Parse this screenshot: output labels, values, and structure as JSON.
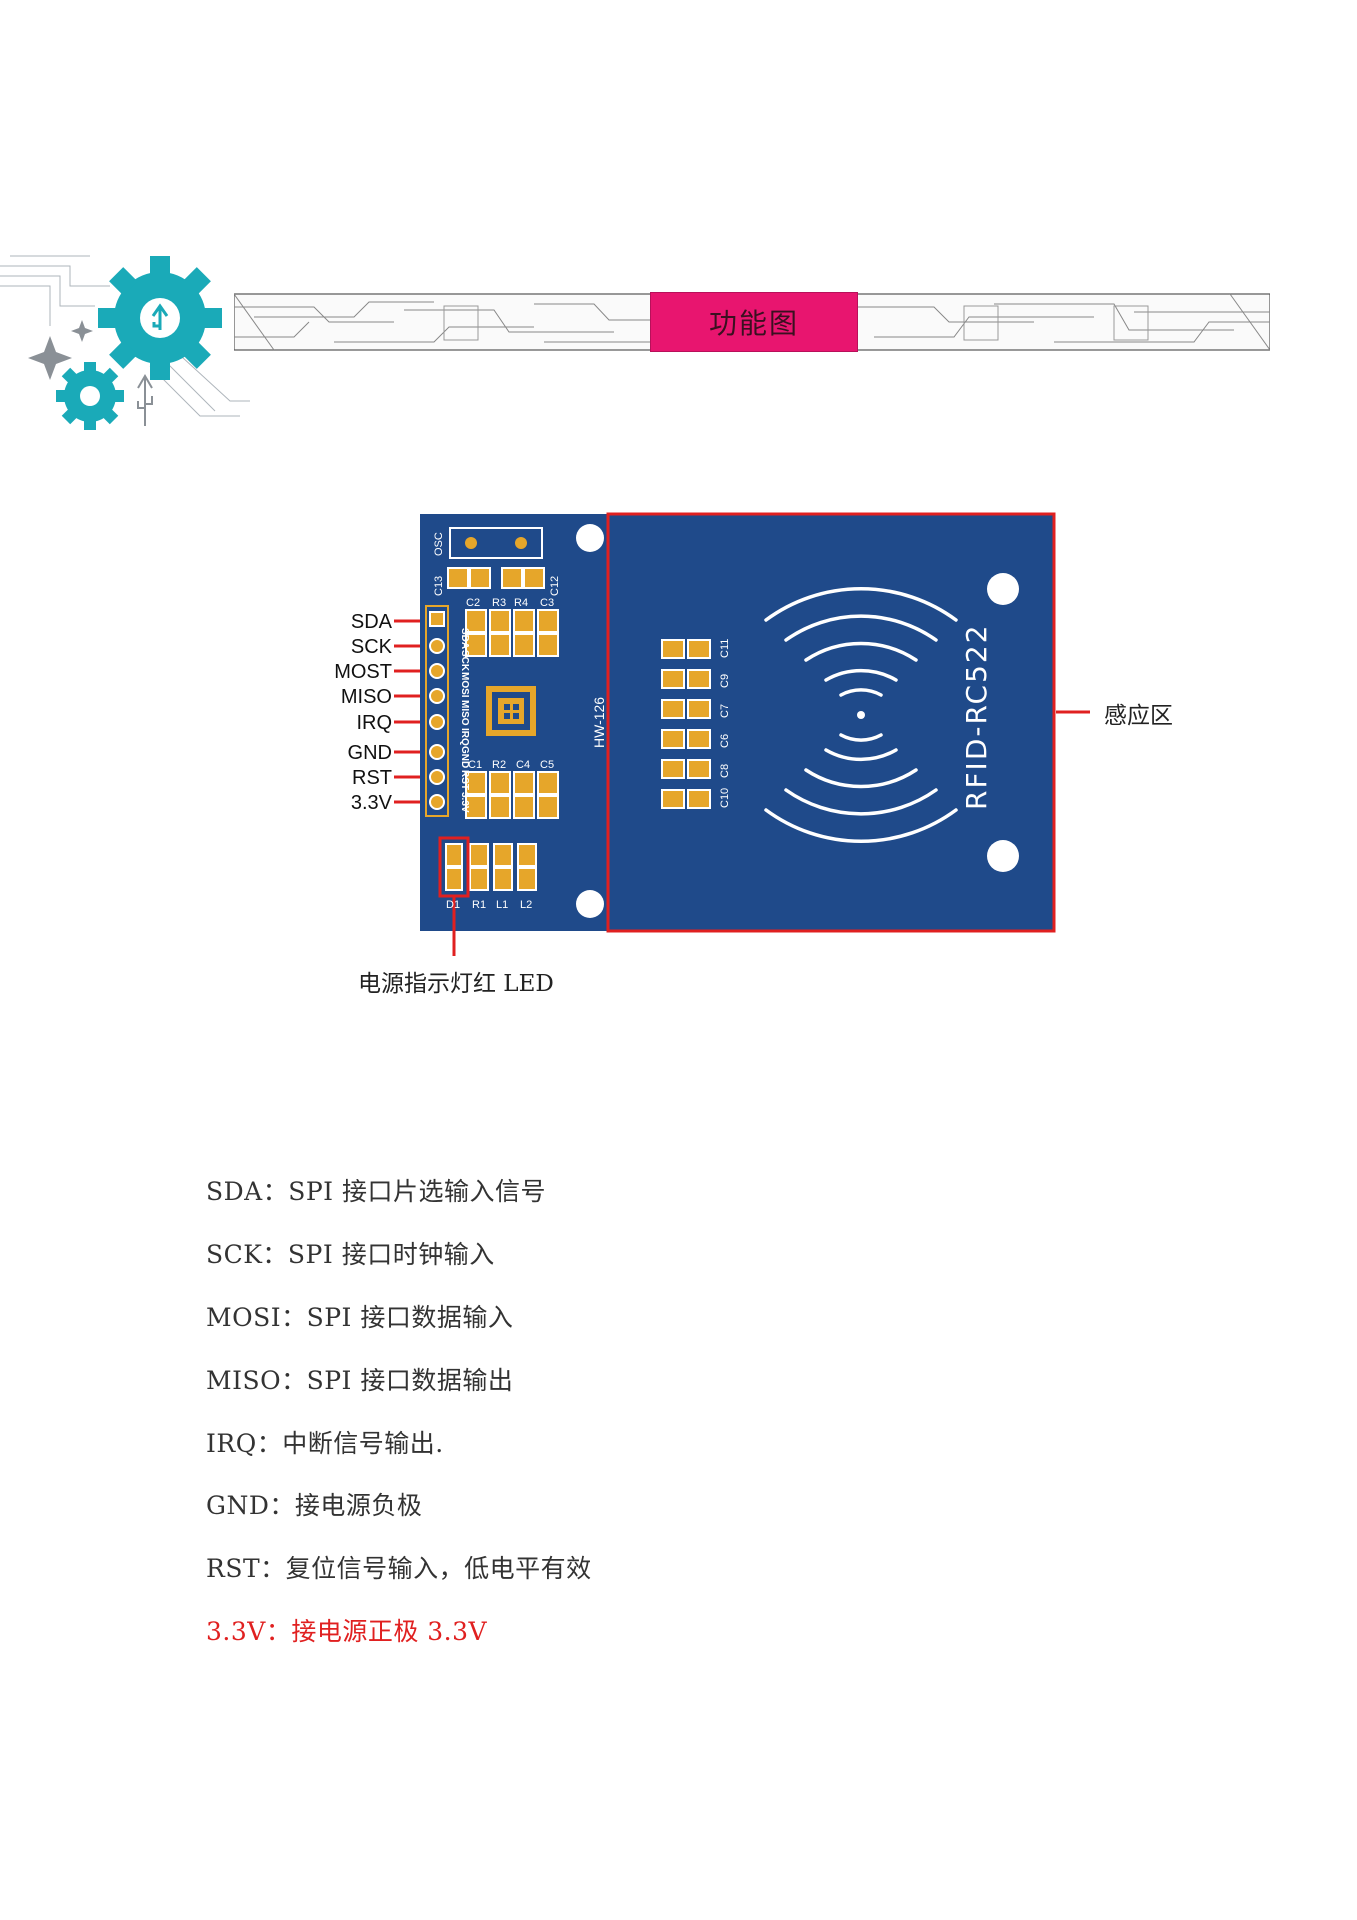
{
  "header": {
    "title": "功能图",
    "accent": "#e8156f",
    "gear_color": "#1aaab8"
  },
  "board": {
    "model": "RFID-RC522",
    "pcb_code": "HW-126",
    "color": "#1f4a8a",
    "osc_label": "OSC",
    "cap_top_labels": [
      "C13",
      "C12"
    ],
    "top_labels": [
      "C2",
      "R3",
      "R4",
      "C3"
    ],
    "mid_labels": [
      "C1",
      "R2",
      "C4",
      "C5"
    ],
    "bottom_labels": [
      "D1",
      "R1",
      "L1",
      "L2"
    ],
    "column_caps": [
      "C11",
      "C9",
      "C7",
      "C6",
      "C8",
      "C10"
    ],
    "silk_pins": [
      "SDA",
      "SCK",
      "MOSI",
      "MISO",
      "IRQ",
      "GND",
      "RST",
      "3.3V"
    ],
    "pin_callouts": [
      "SDA",
      "SCK",
      "MOST",
      "MISO",
      "IRQ",
      "GND",
      "RST",
      "3.3V"
    ],
    "sense_area_label": "感应区",
    "led_label": "电源指示灯红 LED",
    "highlight_color": "#e02020"
  },
  "descriptions": [
    {
      "text": "SDA：SPI 接口片选输入信号",
      "highlight": false
    },
    {
      "text": "SCK：SPI 接口时钟输入",
      "highlight": false
    },
    {
      "text": "MOSI：SPI 接口数据输入",
      "highlight": false
    },
    {
      "text": "MISO：SPI 接口数据输出",
      "highlight": false
    },
    {
      "text": "IRQ：中断信号输出.",
      "highlight": false
    },
    {
      "text": "GND：接电源负极",
      "highlight": false
    },
    {
      "text": "RST：复位信号输入，低电平有效",
      "highlight": false
    },
    {
      "text": "3.3V：接电源正极 3.3V",
      "highlight": true
    }
  ]
}
